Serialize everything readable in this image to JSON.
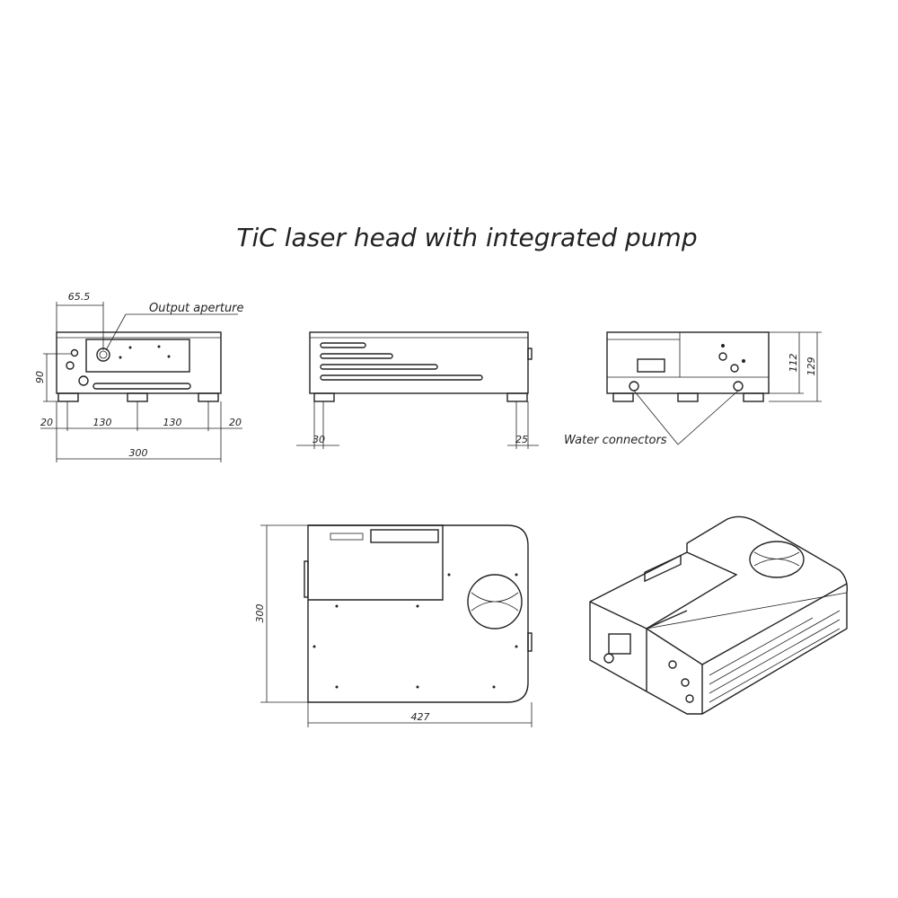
{
  "title": "TiC laser head with integrated pump",
  "front_view": {
    "dim_top": "65.5",
    "dim_height": "90",
    "callout": "Output aperture",
    "dims_bottom": [
      "20",
      "130",
      "130",
      "20"
    ],
    "dim_width": "300"
  },
  "side_view": {
    "dim_left": "30",
    "dim_right": "25"
  },
  "rear_view": {
    "dim_h1": "112",
    "dim_h2": "129",
    "callout": "Water connectors"
  },
  "top_view": {
    "dim_height": "300",
    "dim_width": "427"
  },
  "colors": {
    "line": "#222222",
    "background": "#ffffff"
  }
}
